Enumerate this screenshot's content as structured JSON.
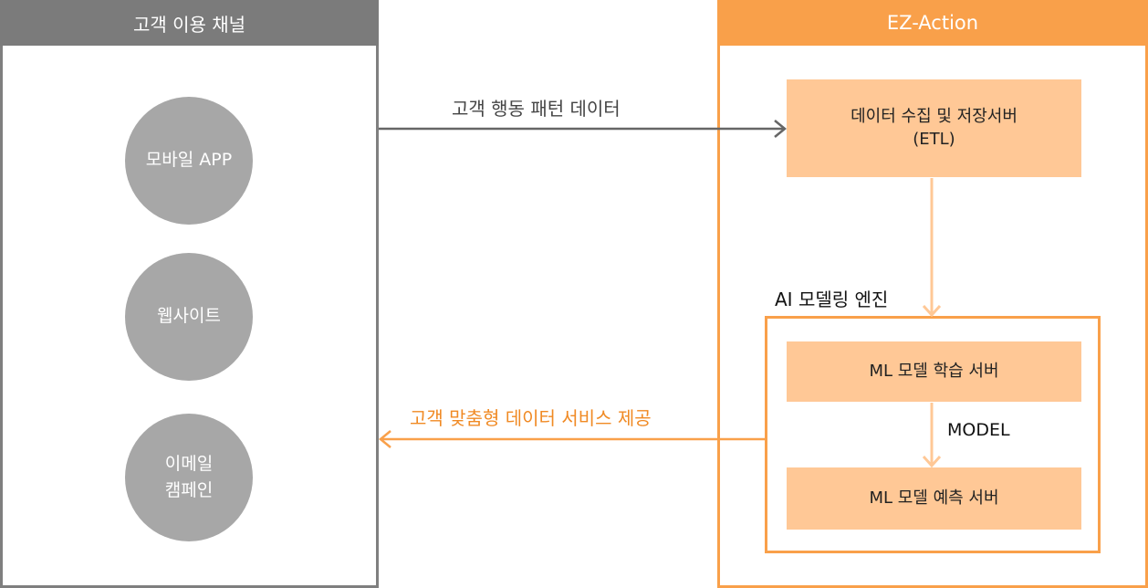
{
  "left": {
    "header": "고객 이용 채널",
    "channels": [
      {
        "label": "모바일 APP"
      },
      {
        "label": "웹사이트"
      },
      {
        "label": "이메일\n캠페인"
      }
    ]
  },
  "right": {
    "header": "EZ-Action",
    "collector": "데이터 수집 및 저장서버\n(ETL)",
    "engine_title": "AI 모델링 엔진",
    "train_server": "ML 모델 학습 서버",
    "model_label": "MODEL",
    "predict_server": "ML 모델 예측 서버"
  },
  "flows": {
    "inbound_label": "고객 행동 패턴 데이터",
    "outbound_label": "고객 맞춤형 데이터 서비스 제공"
  },
  "colors": {
    "gray_header": "#7b7b7b",
    "gray_circle": "#a7a7a7",
    "orange": "#f9a04a",
    "orange_light": "#ffc896",
    "outbound_text": "#f08a24"
  }
}
